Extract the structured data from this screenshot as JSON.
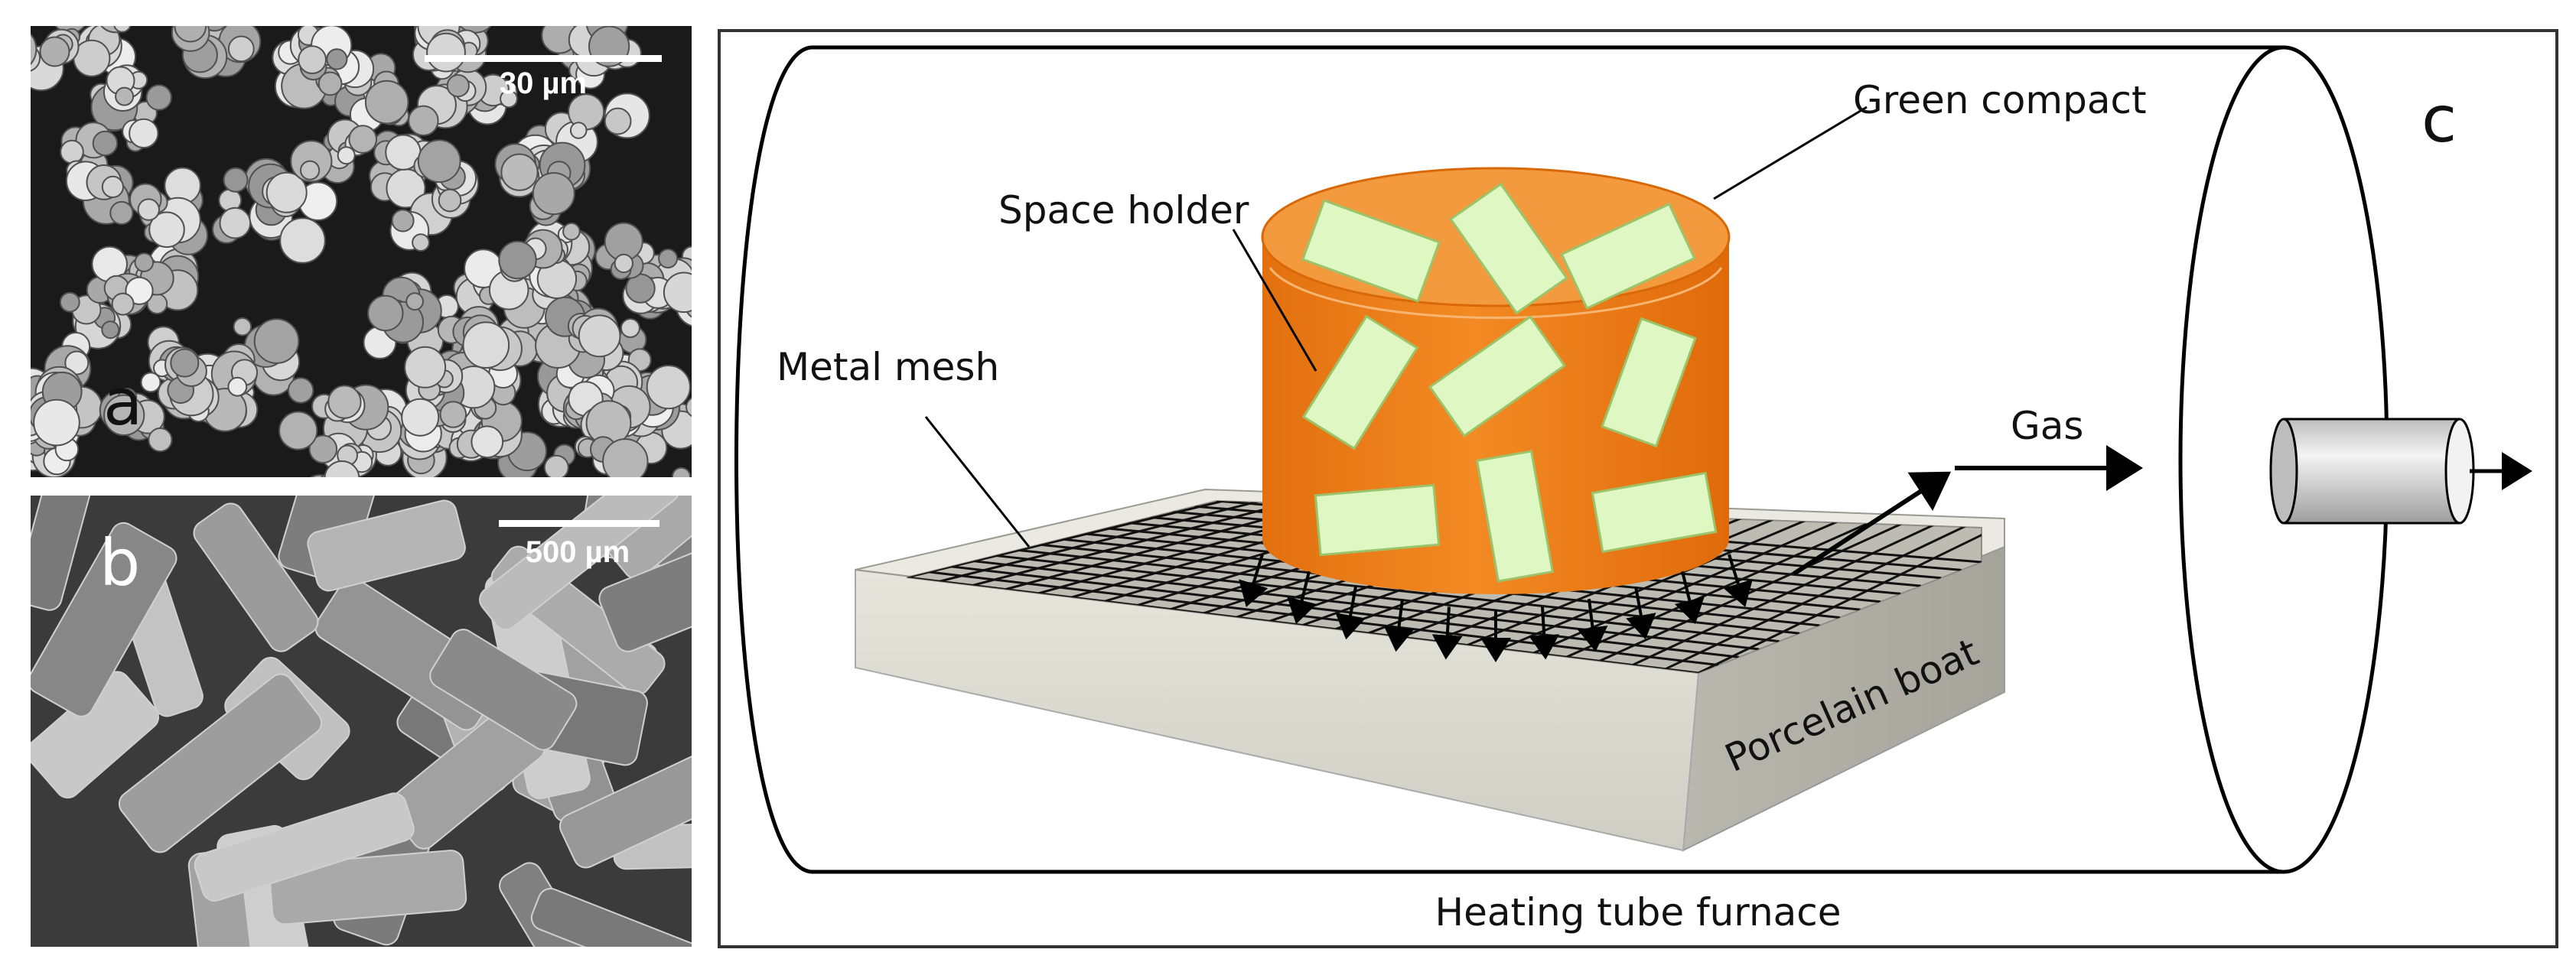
{
  "panels": {
    "a": {
      "letter": "a",
      "scale_bar": "30 µm",
      "image": "SEM micrograph of fine agglomerated metal powder"
    },
    "b": {
      "letter": "b",
      "scale_bar": "500 µm",
      "image": "SEM micrograph of elongated space-holder crystals"
    },
    "c": {
      "letter": "c",
      "labels": {
        "green_compact": "Green compact",
        "space_holder": "Space holder",
        "metal_mesh": "Metal mesh",
        "gas": "Gas",
        "porcelain_boat": "Porcelain boat",
        "heating_tube_furnace": "Heating tube furnace"
      }
    }
  },
  "colors": {
    "compact_orange": "#f07d18",
    "compact_top": "#f39a3e",
    "space_holder_fill": "#dff7c2",
    "boat_gray": "#dcdbd2",
    "mesh_black": "#111111"
  }
}
